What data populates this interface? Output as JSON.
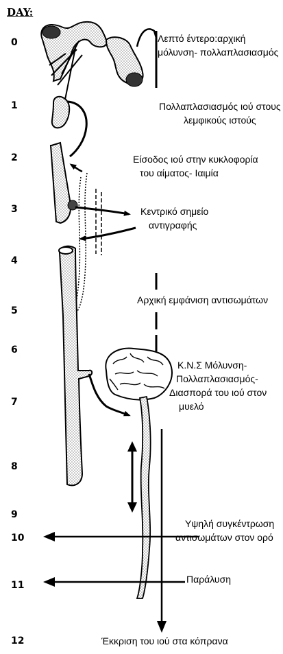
{
  "header": {
    "day_label": "DAY:"
  },
  "days": [
    "0",
    "1",
    "2",
    "3",
    "4",
    "5",
    "6",
    "7",
    "8",
    "9",
    "10",
    "11",
    "12"
  ],
  "annotations": {
    "small_intestine": [
      "Λεπτό έντερο:αρχική",
      "μόλυνση- πολλαπλασιασμός"
    ],
    "lymphoid": [
      "Πολλαπλασιασμός ιού στους",
      "λεμφικούς ιστούς"
    ],
    "viremia": [
      "Είσοδος ιού στην κυκλοφορία",
      "του αίματος- Ιαιμία"
    ],
    "replication_site": [
      "Κεντρικό σημείο",
      "αντιγραφής"
    ],
    "antibodies_initial": [
      "Αρχική εμφάνιση αντισωμάτων"
    ],
    "cns": [
      "Κ.Ν.Σ  Μόλυνση-",
      "Πολλαπλασιασμός-",
      "Διασπορά του ιού στον",
      "μυελό"
    ],
    "antibodies_high": [
      "Υψηλή συγκέντρωση",
      "αντισωμάτων στον ορό"
    ],
    "paralysis": [
      "Παράλυση"
    ],
    "excretion": [
      "Έκκριση του ιού στα κόπρανα"
    ]
  },
  "colors": {
    "ink": "#000000",
    "stipple": "#9a9a9a",
    "paper": "#ffffff"
  }
}
